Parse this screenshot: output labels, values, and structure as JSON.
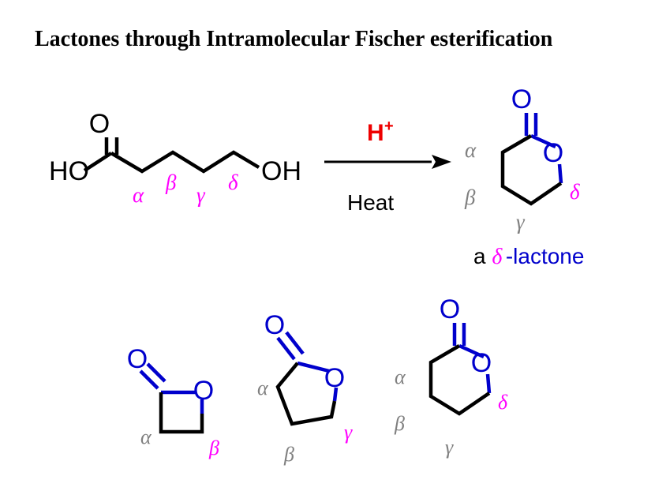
{
  "title": "Lactones through Intramolecular Fischer esterification",
  "reaction": {
    "reactant": {
      "name": "5-hydroxypentanoic-acid",
      "left_label": "HO",
      "carbonyl_oxygen": "O",
      "right_label": "OH",
      "position_labels": [
        "α",
        "β",
        "γ",
        "δ"
      ]
    },
    "arrow": {
      "reagent": "H",
      "reagent_charge": "+",
      "conditions": "Heat",
      "reagent_color": "#ee0000"
    },
    "product": {
      "name": "delta-lactone",
      "carbonyl_oxygen": "O",
      "ring_oxygen": "O",
      "gray_labels": [
        "α",
        "β",
        "γ"
      ],
      "pink_labels": [
        "δ"
      ],
      "caption_prefix": "a ",
      "caption_greek": "δ",
      "caption_suffix": "-lactone"
    }
  },
  "examples": [
    {
      "name": "beta-lactone",
      "ring_size": 4,
      "carbonyl_oxygen": "O",
      "ring_oxygen": "O",
      "gray_labels": [
        "α"
      ],
      "pink_labels": [
        "β"
      ]
    },
    {
      "name": "gamma-lactone",
      "ring_size": 5,
      "carbonyl_oxygen": "O",
      "ring_oxygen": "O",
      "gray_labels": [
        "α",
        "β"
      ],
      "pink_labels": [
        "γ"
      ]
    },
    {
      "name": "delta-lactone",
      "ring_size": 6,
      "carbonyl_oxygen": "O",
      "ring_oxygen": "O",
      "gray_labels": [
        "α",
        "β",
        "γ"
      ],
      "pink_labels": [
        "δ"
      ]
    }
  ],
  "colors": {
    "oxygen_blue": "#0000cc",
    "greek_pink": "#ff00ff",
    "greek_gray": "#808080",
    "acid_red": "#ee0000",
    "bond_black": "#000000"
  }
}
